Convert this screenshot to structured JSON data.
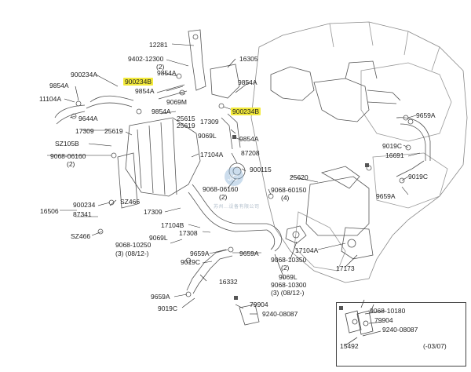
{
  "labels": {
    "p12281": "12281",
    "p9402_12300": "9402-12300",
    "q2a": "(2)",
    "p16305": "16305",
    "p900234A_top": "900234A",
    "p9854A_a": "9854A",
    "p900234B_hl_left": "900234B",
    "p9854A_b": "9854A",
    "p11104A": "11104A",
    "p9854A_c": "9854A",
    "p9069M": "9069M",
    "p9854A_d": "9854A",
    "p9854A_e": "9854A",
    "p900234B_hl_right": "900234B",
    "p9644A": "9644A",
    "p25615": "25615",
    "p17309_a": "17309",
    "p25619": "25619",
    "p17309_b": "17309",
    "p25619_b": "25619",
    "p9069L_a": "9069L",
    "p9854A_f": "9854A",
    "pSZ105B": "SZ105B",
    "p17104A": "17104A",
    "p87208": "87208",
    "p9068_06160_a": "9068-06160",
    "q2b": "(2)",
    "p900115": "900115",
    "p25620": "25620",
    "p9068_06160_b": "9068-06160",
    "q2c": "(2)",
    "p9068_60150": "9068-60150",
    "q4": "(4)",
    "p900234_l": "900234",
    "pSZ466_a": "SZ466",
    "p16506": "16506",
    "p87341": "87341",
    "p17309_c": "17309",
    "p17104B": "17104B",
    "pSZ466_b": "SZ466",
    "p17308": "17308",
    "p9069L_b": "9069L",
    "p9068_10250": "9068-10250",
    "q3_0812": "(3)  (08/12-)",
    "p9659A_a": "9659A",
    "p9019C_a": "9019C",
    "p9659A_b": "9659A",
    "p9068_10350": "9068-10350",
    "q2d": "(2)",
    "p17104A_b": "17104A",
    "p17173": "17173",
    "p9069L_c": "9069L",
    "p9068_10300": "9068-10300",
    "q3_0812b": "(3)  (08/12-)",
    "p16332": "16332",
    "p9659A_c": "9659A",
    "p9019C_b": "9019C",
    "p79904": "79904",
    "p9240_08087": "9240-08087",
    "p9659A_r1": "9659A",
    "p9019C_r1": "9019C",
    "p16691": "16691",
    "p9019C_r2": "9019C",
    "p9659A_r2": "9659A",
    "inset_9068_10180": "9068-10180",
    "inset_79904": "79904",
    "inset_9240_08087": "9240-08087",
    "inset_15492": "15492",
    "inset_range": "(-03/07)"
  },
  "watermark": "苏州...设备有限公司",
  "highlight_color": "#f3ea3a",
  "line_color": "#333333"
}
